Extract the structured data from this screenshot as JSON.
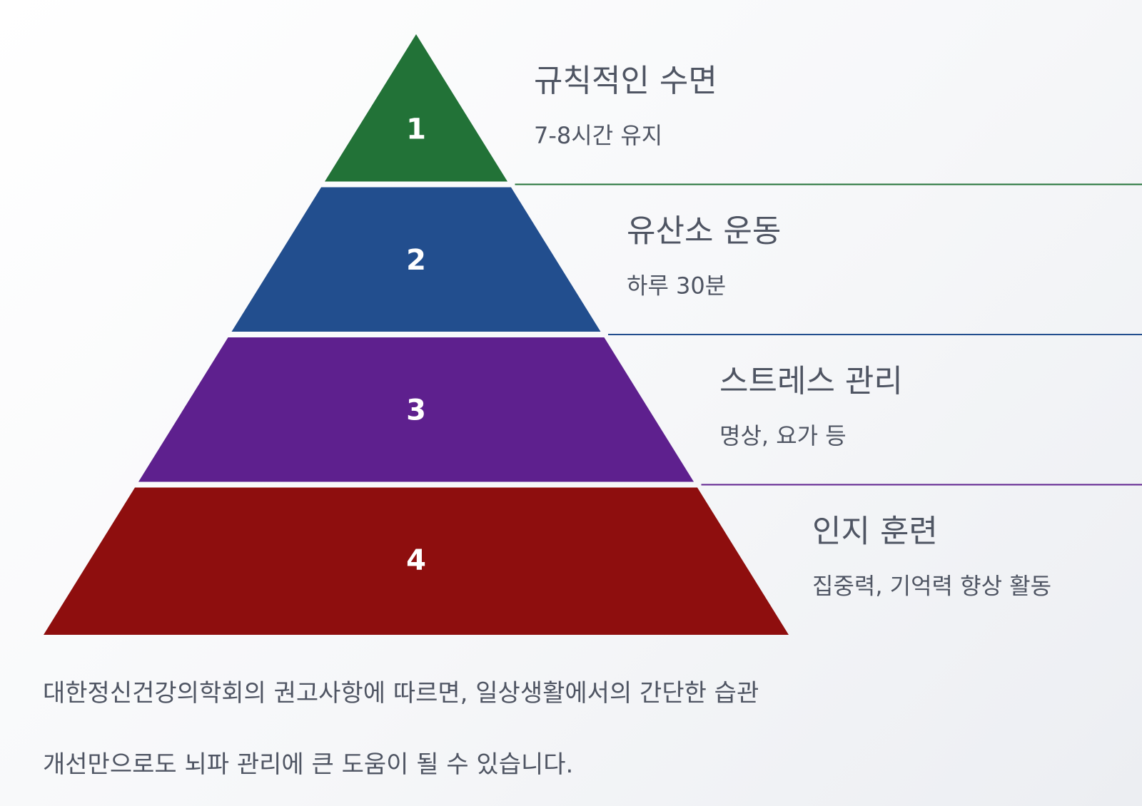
{
  "tiers": [
    {
      "number": "1",
      "title": "규칙적인 수면",
      "subtitle": "7-8시간 유지",
      "color": "#227237"
    },
    {
      "number": "2",
      "title": "유산소 운동",
      "subtitle": "하루 30분",
      "color": "#224e8e"
    },
    {
      "number": "3",
      "title": "스트레스 관리",
      "subtitle": "명상, 요가 등",
      "color": "#5e208e"
    },
    {
      "number": "4",
      "title": "인지 훈련",
      "subtitle": "집중력, 기억력 향상 활동",
      "color": "#8e0e0e"
    }
  ],
  "caption": {
    "line1": "대한정신건강의학회의 권고사항에 따르면, 일상생활에서의 간단한 습관",
    "line2": "개선만으로도 뇌파 관리에 큰 도움이 될 수 있습니다."
  }
}
